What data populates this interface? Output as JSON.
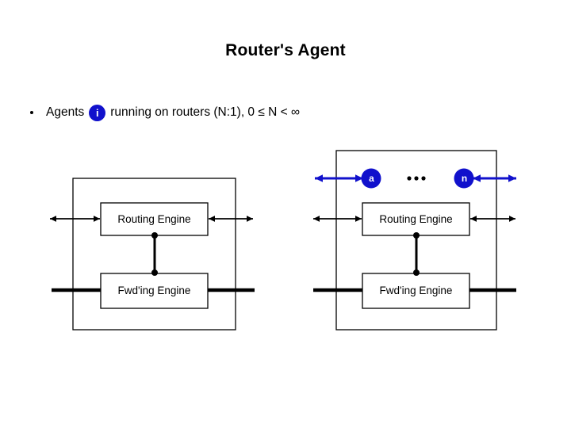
{
  "slide": {
    "title": "Router's Agent",
    "background_color": "#ffffff"
  },
  "bullet": {
    "marker": "•",
    "text_before": "Agents",
    "badge_label": "i",
    "text_after": "running on routers (N:1), 0 ≤ N < ∞"
  },
  "colors": {
    "blue": "#1111cc",
    "black": "#000000",
    "white": "#ffffff"
  },
  "diagrams": [
    {
      "name": "router-left",
      "routing_engine_label": "Routing Engine",
      "fwding_engine_label": "Fwd'ing Engine",
      "has_agents": false
    },
    {
      "name": "router-right",
      "routing_engine_label": "Routing Engine",
      "fwding_engine_label": "Fwd'ing Engine",
      "has_agents": true,
      "agents": [
        {
          "label": "a"
        },
        {
          "label": "n"
        }
      ],
      "ellipsis": "•••"
    }
  ]
}
